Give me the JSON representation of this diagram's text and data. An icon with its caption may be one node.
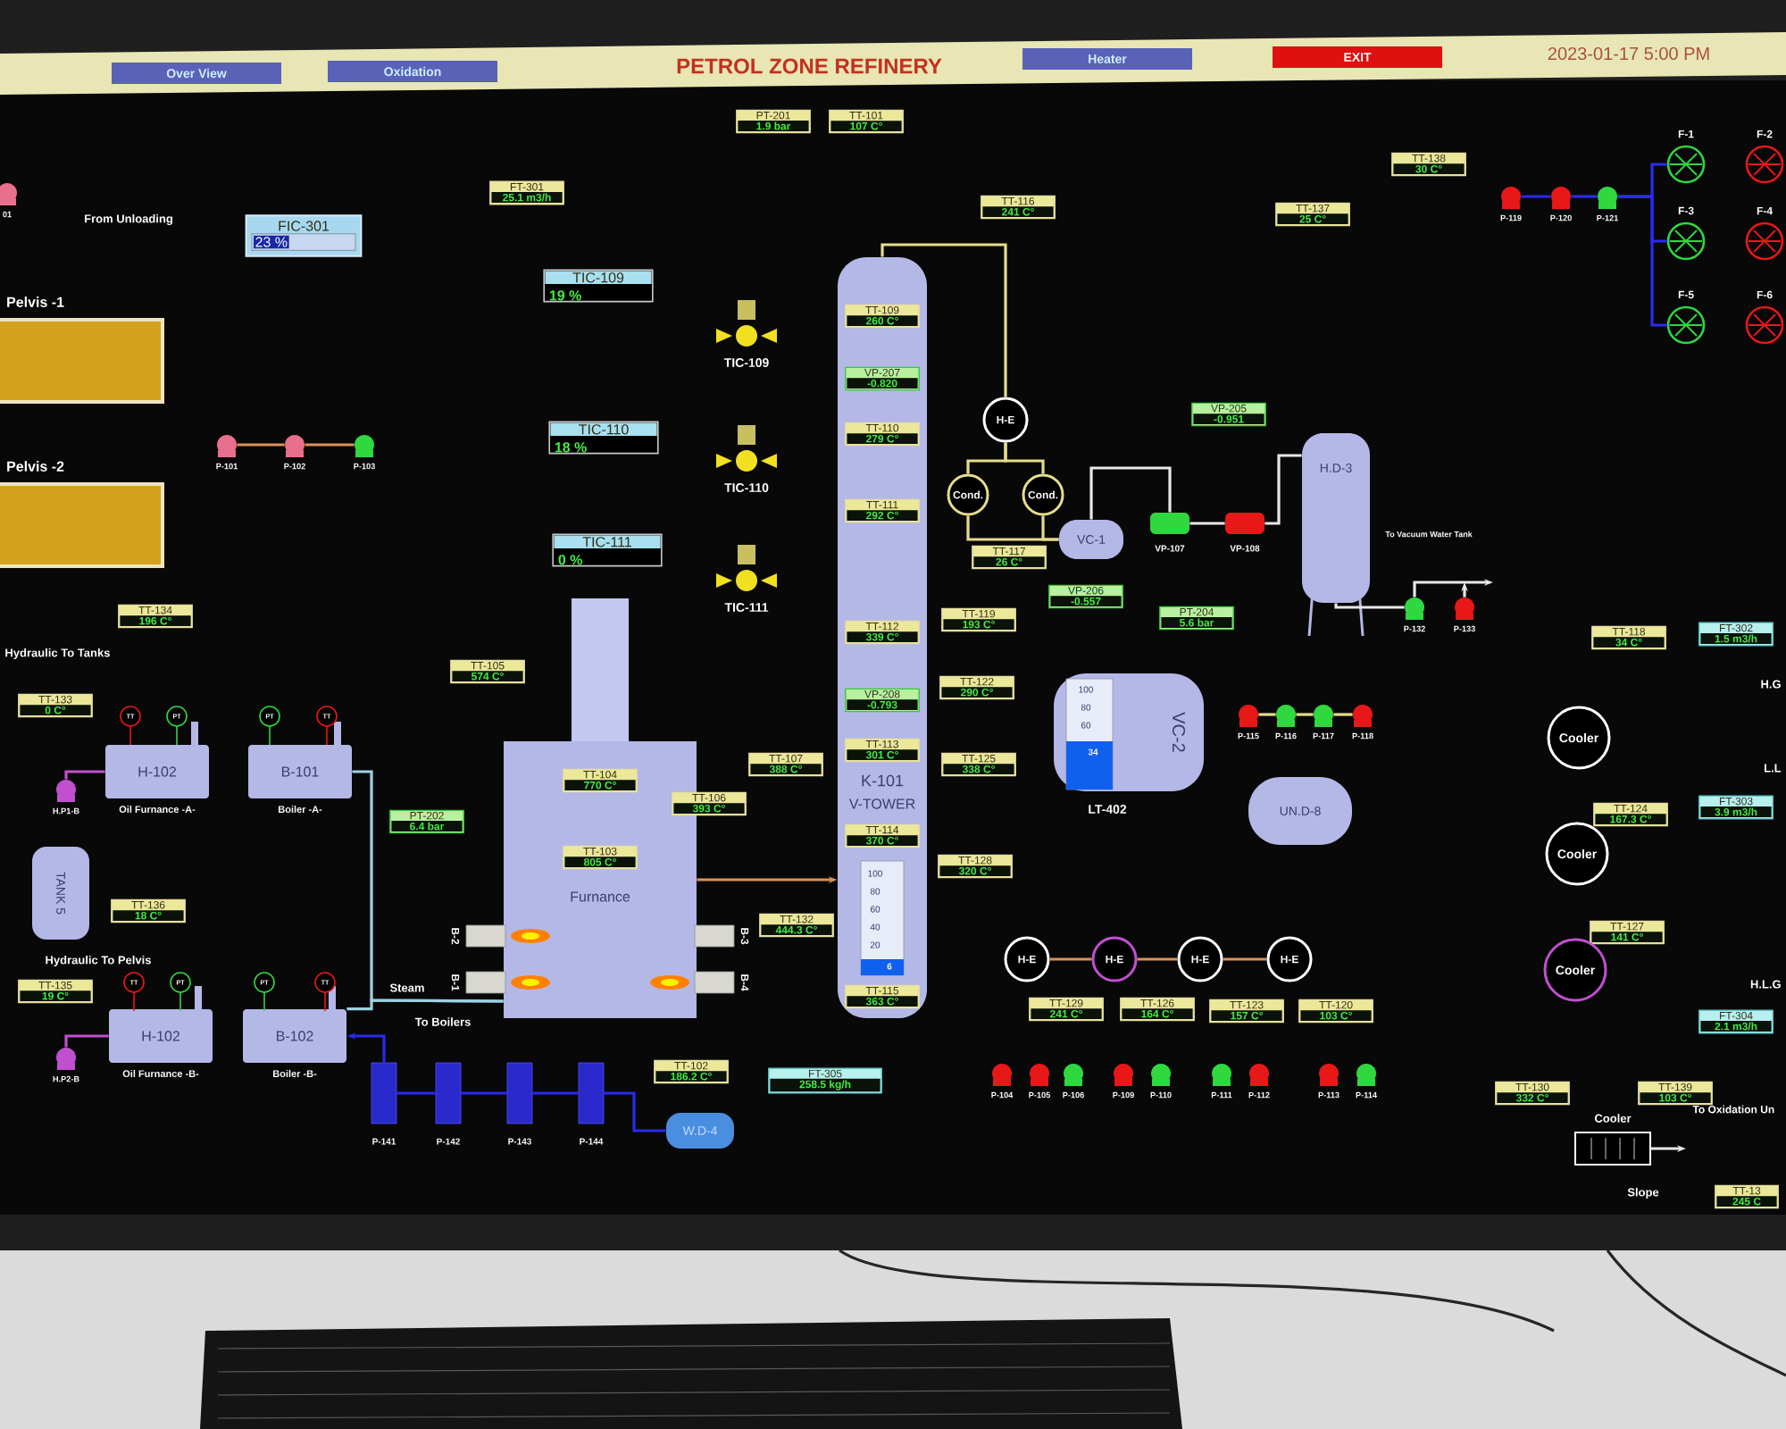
{
  "diagram": {
    "title": "PETROL ZONE REFINERY",
    "nodes": [
      {
        "text": [
          "Over View"
        ]
      },
      {
        "text": [
          "Oxidation"
        ]
      },
      {
        "text": [
          "Heater"
        ]
      },
      {
        "text": [
          "EXIT"
        ]
      },
      {
        "text": [
          "01"
        ]
      },
      {
        "text": [
          "FIC-301",
          "23 %"
        ]
      },
      {
        "text": [
          "FT-301",
          "25.1 m3/h"
        ]
      },
      {
        "text": [
          "Pelvis -1"
        ]
      },
      {
        "text": [
          "Pelvis -2"
        ]
      },
      {
        "text": [
          "P-101"
        ]
      },
      {
        "text": [
          "P-102"
        ]
      },
      {
        "text": [
          "P-103"
        ]
      },
      {
        "text": [
          "PT-201",
          "1.9 bar"
        ]
      },
      {
        "text": [
          "TT-101",
          "107 C°"
        ]
      },
      {
        "text": [
          "TIC-109",
          "19 %"
        ]
      },
      {
        "text": [
          "TIC-110",
          "18 %"
        ]
      },
      {
        "text": [
          "TIC-111",
          "0 %"
        ]
      },
      {
        "text": [
          "TIC-109"
        ]
      },
      {
        "text": [
          "TIC-110"
        ]
      },
      {
        "text": [
          "TIC-111"
        ]
      },
      {
        "text": [
          "K-101",
          "V-TOWER"
        ]
      },
      {
        "text": [
          "TT-109",
          "260 C°"
        ],
        "in": 20
      },
      {
        "text": [
          "VP-207",
          "-0.820"
        ],
        "in": 20
      },
      {
        "text": [
          "TT-110",
          "279 C°"
        ],
        "in": 20
      },
      {
        "text": [
          "TT-111",
          "292 C°"
        ],
        "in": 20
      },
      {
        "text": [
          "TT-112",
          "339 C°"
        ],
        "in": 20
      },
      {
        "text": [
          "VP-208",
          "-0.793"
        ],
        "in": 20
      },
      {
        "text": [
          "TT-113",
          "301 C°"
        ],
        "in": 20
      },
      {
        "text": [
          "TT-114",
          "370 C°"
        ],
        "in": 20
      },
      {
        "text": [
          "TT-115",
          "363 C°"
        ],
        "in": 20
      },
      {
        "text": [
          "TT-116",
          "241 C°"
        ]
      },
      {
        "text": [
          "H-E"
        ]
      },
      {
        "text": [
          "Cond."
        ]
      },
      {
        "text": [
          "Cond."
        ]
      },
      {
        "text": [
          "VC-1"
        ]
      },
      {
        "text": [
          "TT-117",
          "26 C°"
        ]
      },
      {
        "text": [
          "VP-206",
          "-0.557"
        ]
      },
      {
        "text": [
          "VP-205",
          "-0.951"
        ]
      },
      {
        "text": [
          "VP-107"
        ]
      },
      {
        "text": [
          "VP-108"
        ]
      },
      {
        "text": [
          "H.D-3"
        ]
      },
      {
        "text": [
          "P-132"
        ]
      },
      {
        "text": [
          "P-133"
        ]
      },
      {
        "text": [
          "TT-137",
          "25 C°"
        ]
      },
      {
        "text": [
          "TT-138",
          "30 C°"
        ]
      },
      {
        "text": [
          "P-119"
        ]
      },
      {
        "text": [
          "P-120"
        ]
      },
      {
        "text": [
          "P-121"
        ]
      },
      {
        "text": [
          "F-1"
        ]
      },
      {
        "text": [
          "F-2"
        ]
      },
      {
        "text": [
          "F-3"
        ]
      },
      {
        "text": [
          "F-4"
        ]
      },
      {
        "text": [
          "F-5"
        ]
      },
      {
        "text": [
          "F-6"
        ]
      },
      {
        "text": [
          "TT-119",
          "193 C°"
        ]
      },
      {
        "text": [
          "PT-204",
          "5.6 bar"
        ]
      },
      {
        "text": [
          "VC-2",
          "LT-402"
        ]
      },
      {
        "text": [
          "P-115"
        ]
      },
      {
        "text": [
          "P-116"
        ]
      },
      {
        "text": [
          "P-117"
        ]
      },
      {
        "text": [
          "P-118"
        ]
      },
      {
        "text": [
          "UN.D-8"
        ]
      },
      {
        "text": [
          "TT-122",
          "290 C°"
        ]
      },
      {
        "text": [
          "TT-125",
          "338 C°"
        ]
      },
      {
        "text": [
          "TT-128",
          "320 C°"
        ]
      },
      {
        "text": [
          "TT-118",
          "34 C°"
        ]
      },
      {
        "text": [
          "FT-302",
          "1.5 m3/h"
        ]
      },
      {
        "text": [
          "Cooler"
        ]
      },
      {
        "text": [
          "TT-124",
          "167.3 C°"
        ]
      },
      {
        "text": [
          "FT-303",
          "3.9 m3/h"
        ]
      },
      {
        "text": [
          "Cooler"
        ]
      },
      {
        "text": [
          "TT-127",
          "141 C°"
        ]
      },
      {
        "text": [
          "Cooler"
        ]
      },
      {
        "text": [
          "FT-304",
          "2.1 m3/h"
        ]
      },
      {
        "text": [
          "TT-134",
          "196 C°"
        ]
      },
      {
        "text": [
          "TT-105",
          "574 C°"
        ]
      },
      {
        "text": [
          "TT-133",
          "0 C°"
        ]
      },
      {
        "text": [
          "H-102",
          "Oil Furnance -A-"
        ]
      },
      {
        "text": [
          "B-101",
          "Boiler -A-"
        ]
      },
      {
        "text": [
          "TT"
        ]
      },
      {
        "text": [
          "PT"
        ]
      },
      {
        "text": [
          "PT"
        ]
      },
      {
        "text": [
          "TT"
        ]
      },
      {
        "text": [
          "H.P1-B"
        ]
      },
      {
        "text": [
          "TANK 5"
        ]
      },
      {
        "text": [
          "TT-136",
          "18 C°"
        ]
      },
      {
        "text": [
          "TT-135",
          "19 C°"
        ]
      },
      {
        "text": [
          "H-102",
          "Oil Furnance -B-"
        ]
      },
      {
        "text": [
          "B-102",
          "Boiler -B-"
        ]
      },
      {
        "text": [
          "TT"
        ]
      },
      {
        "text": [
          "PT"
        ]
      },
      {
        "text": [
          "PT"
        ]
      },
      {
        "text": [
          "TT"
        ]
      },
      {
        "text": [
          "H.P2-B"
        ]
      },
      {
        "text": [
          "Furnance"
        ]
      },
      {
        "text": [
          "TT-104",
          "770 C°"
        ],
        "in": 94
      },
      {
        "text": [
          "TT-103",
          "805 C°"
        ],
        "in": 94
      },
      {
        "text": [
          "B-2"
        ]
      },
      {
        "text": [
          "B-1"
        ]
      },
      {
        "text": [
          "B-3"
        ]
      },
      {
        "text": [
          "B-4"
        ]
      },
      {
        "text": [
          "PT-202",
          "6.4 bar"
        ]
      },
      {
        "text": [
          "TT-107",
          "388 C°"
        ]
      },
      {
        "text": [
          "TT-106",
          "393 C°"
        ]
      },
      {
        "text": [
          "TT-132",
          "444.3 C°"
        ]
      },
      {
        "text": [
          "H-E"
        ]
      },
      {
        "text": [
          "H-E"
        ]
      },
      {
        "text": [
          "H-E"
        ]
      },
      {
        "text": [
          "H-E"
        ]
      },
      {
        "text": [
          "TT-129",
          "241 C°"
        ]
      },
      {
        "text": [
          "TT-126",
          "164 C°"
        ]
      },
      {
        "text": [
          "TT-123",
          "157 C°"
        ]
      },
      {
        "text": [
          "TT-120",
          "103 C°"
        ]
      },
      {
        "text": [
          "P-104"
        ]
      },
      {
        "text": [
          "P-105"
        ]
      },
      {
        "text": [
          "P-106"
        ]
      },
      {
        "text": [
          "P-109"
        ]
      },
      {
        "text": [
          "P-110"
        ]
      },
      {
        "text": [
          "P-111"
        ]
      },
      {
        "text": [
          "P-112"
        ]
      },
      {
        "text": [
          "P-113"
        ]
      },
      {
        "text": [
          "P-114"
        ]
      },
      {
        "text": [
          "TT-102",
          "186.2 C°"
        ]
      },
      {
        "text": [
          "FT-305",
          "258.5 kg/h"
        ]
      },
      {
        "text": [
          "P-141"
        ]
      },
      {
        "text": [
          "P-142"
        ]
      },
      {
        "text": [
          "P-143"
        ]
      },
      {
        "text": [
          "P-144"
        ]
      },
      {
        "text": [
          "W.D-4"
        ]
      },
      {
        "text": [
          "TT-130",
          "332 C°"
        ]
      },
      {
        "text": [
          "TT-139",
          "103 C°"
        ]
      },
      {
        "text": [
          "Cooler"
        ]
      },
      {
        "text": [
          "TT-13",
          "245 C"
        ]
      }
    ],
    "edges": [
      {
        "from": 20,
        "to": 31,
        "arrow": "none",
        "color": "#e6dc8c"
      },
      {
        "from": 31,
        "to": 32,
        "arrow": "none",
        "color": "#e6dc8c"
      },
      {
        "from": 31,
        "to": 33,
        "arrow": "none",
        "color": "#e6dc8c"
      },
      {
        "from": 32,
        "to": 34,
        "arrow": "none",
        "color": "#e6dc8c"
      },
      {
        "from": 33,
        "to": 34,
        "arrow": "none",
        "color": "#e6dc8c"
      },
      {
        "from": 34,
        "to": 38,
        "arrow": "none",
        "color": "#e8e8e8"
      },
      {
        "from": 38,
        "to": 39,
        "arrow": "none",
        "color": "#e8e8e8"
      },
      {
        "from": 39,
        "to": 40,
        "arrow": "none",
        "color": "#e8e8e8"
      },
      {
        "from": 40,
        "to": 41,
        "arrow": "none",
        "color": "#e8e8e8"
      },
      {
        "from": 41,
        "to": null,
        "arrow": "to",
        "color": "#e8e8e8"
      },
      {
        "from": 42,
        "to": null,
        "arrow": "to",
        "color": "#e8e8e8"
      },
      {
        "from": 47,
        "to": 48,
        "arrow": "none"
      },
      {
        "from": 47,
        "to": 50,
        "arrow": "none"
      },
      {
        "from": 47,
        "to": 52,
        "arrow": "none"
      },
      {
        "from": 45,
        "to": 46,
        "arrow": "none"
      },
      {
        "from": 46,
        "to": 47,
        "arrow": "none"
      },
      {
        "from": 94,
        "to": 20,
        "arrow": "to",
        "color": "#d8925a"
      },
      {
        "from": 105,
        "to": 106,
        "arrow": "none",
        "color": "#d8925a"
      },
      {
        "from": 106,
        "to": 107,
        "arrow": "none",
        "color": "#d8925a"
      },
      {
        "from": 107,
        "to": 108,
        "arrow": "none",
        "color": "#d8925a"
      },
      {
        "from": 124,
        "to": 125,
        "arrow": "none"
      },
      {
        "from": 125,
        "to": 126,
        "arrow": "none"
      },
      {
        "from": 126,
        "to": 127,
        "arrow": "none"
      },
      {
        "from": 127,
        "to": 128,
        "arrow": "none"
      },
      {
        "from": 124,
        "to": 88,
        "arrow": "to"
      },
      {
        "from": 78,
        "to": 94,
        "arrow": "none",
        "color": "#9cd2e2"
      },
      {
        "from": 88,
        "to": 94,
        "arrow": "none",
        "color": "#9cd2e2"
      },
      {
        "from": 83,
        "to": 77,
        "arrow": "none",
        "color": "#c050d0"
      },
      {
        "from": 93,
        "to": 87,
        "arrow": "none",
        "color": "#c050d0"
      },
      {
        "from": 9,
        "to": 10,
        "arrow": "none",
        "color": "#d8925a"
      },
      {
        "from": 10,
        "to": 11,
        "arrow": "none",
        "color": "#d8925a"
      },
      {
        "from": 57,
        "to": 58,
        "arrow": "none",
        "color": "#e6dc8c"
      },
      {
        "from": 58,
        "to": 59,
        "arrow": "none",
        "color": "#e6dc8c"
      },
      {
        "from": 59,
        "to": 60,
        "arrow": "none",
        "color": "#e6dc8c"
      },
      {
        "from": 131,
        "to": null,
        "arrow": "to",
        "color": "#e8e8e8"
      }
    ],
    "labels": [
      "2023-01-17 5:00 PM",
      "From Unloading",
      "Hydraulic To Tanks",
      "Hydraulic To Pelvis",
      "Steam",
      "To Boilers",
      "To Vacuum Water Tank",
      "H.G",
      "L.L",
      "H.L.G",
      "To Oxidation Un",
      "Slope",
      "100",
      "80",
      "60",
      "40",
      "20",
      "6",
      "100",
      "80",
      "60",
      "34"
    ]
  }
}
